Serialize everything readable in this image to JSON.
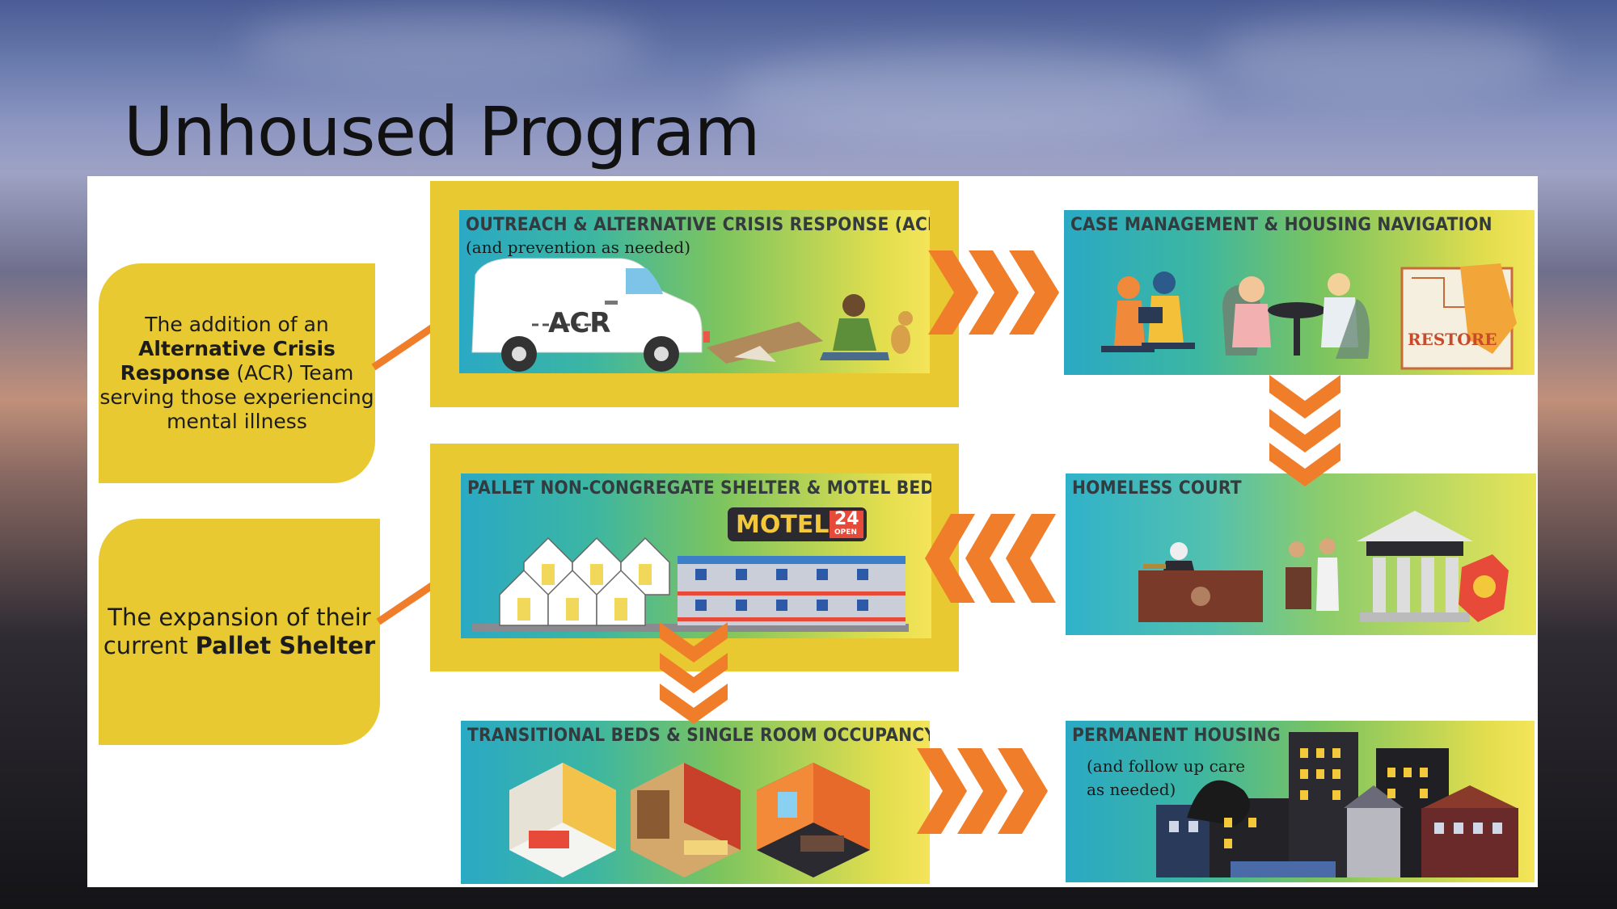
{
  "slide": {
    "title": "Unhoused Program"
  },
  "callouts": [
    {
      "pre": "The addition of an",
      "bold": "Alternative Crisis Response",
      "post": "(ACR) Team serving those experiencing mental illness"
    },
    {
      "pre": "The expansion of their current",
      "bold": "Pallet Shelter",
      "post": ""
    }
  ],
  "boxes": {
    "outreach": {
      "title": "OUTREACH & ALTERNATIVE CRISIS RESPONSE (ACR)",
      "subtitle": "(and prevention as needed)",
      "van_label": "ACR"
    },
    "case": {
      "title": "CASE MANAGEMENT & HOUSING NAVIGATION",
      "restore_label": "RESTORE"
    },
    "pallet": {
      "title": "PALLET NON-CONGREGATE SHELTER & MOTEL BEDS",
      "motel_label": "MOTEL",
      "motel_number": "24",
      "motel_open": "OPEN"
    },
    "court": {
      "title": "HOMELESS COURT"
    },
    "transitional": {
      "title": "TRANSITIONAL BEDS & SINGLE ROOM OCCUPANCY (SRO)"
    },
    "permanent": {
      "title": "PERMANENT HOUSING",
      "subtitle": "(and follow up care as needed)"
    }
  },
  "colors": {
    "accent_yellow": "#e8c931",
    "arrow_orange": "#f07d2a"
  }
}
